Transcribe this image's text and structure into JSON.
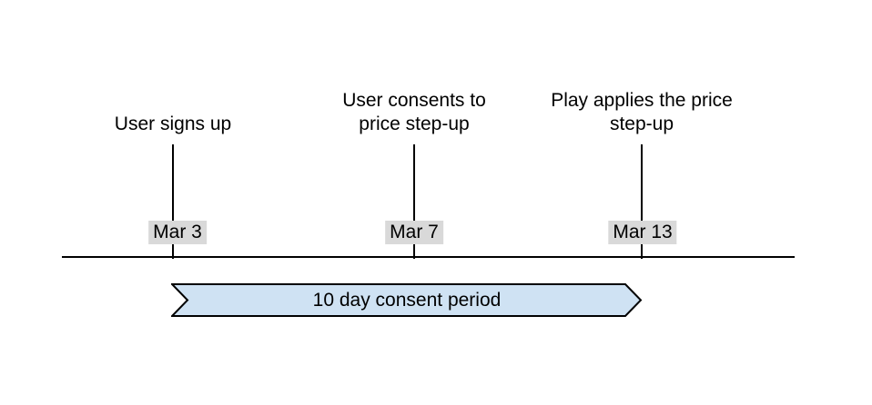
{
  "canvas": {
    "background": "#ffffff",
    "line_color": "#000000"
  },
  "timeline": {
    "events": [
      {
        "label": "User signs up",
        "date": "Mar 3"
      },
      {
        "label": "User consents to price step-up",
        "date": "Mar 7"
      },
      {
        "label": "Play applies the price step-up",
        "date": "Mar 13"
      }
    ],
    "date_chip_bg": "#d9d9d9"
  },
  "banner": {
    "label": "10 day consent period",
    "fill": "#cfe2f3",
    "stroke": "#000000"
  }
}
